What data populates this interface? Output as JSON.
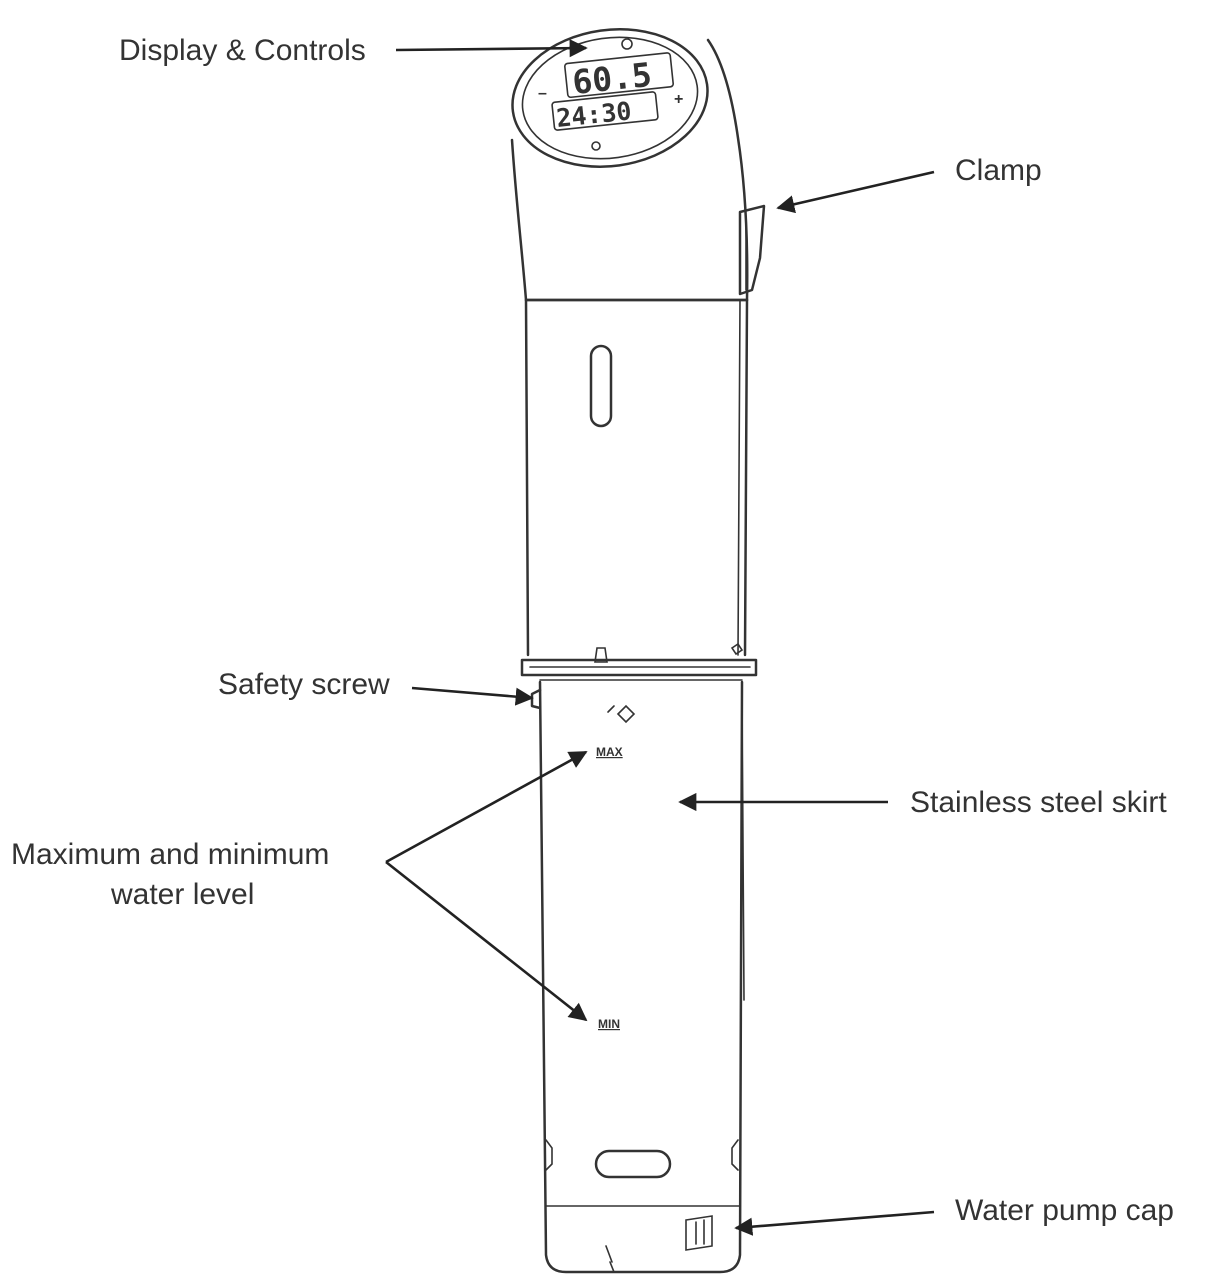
{
  "labels": {
    "display_controls": "Display & Controls",
    "clamp": "Clamp",
    "safety_screw": "Safety screw",
    "stainless_skirt": "Stainless steel skirt",
    "water_level_line1": "Maximum and minimum",
    "water_level_line2": "water level",
    "water_pump_cap": "Water pump cap"
  },
  "display": {
    "temperature": "60.5",
    "timer": "24:30"
  },
  "markings": {
    "max": "MAX",
    "min": "MIN"
  }
}
